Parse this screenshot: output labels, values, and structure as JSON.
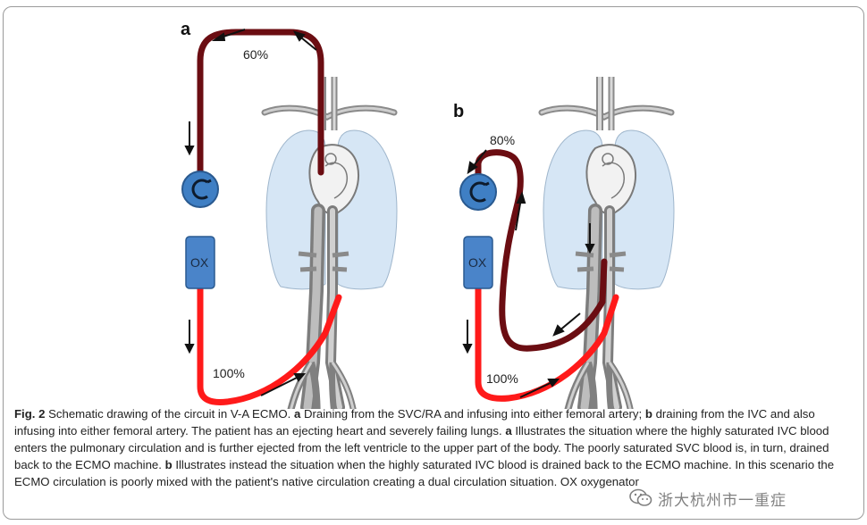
{
  "figure": {
    "panel_a": {
      "letter": "a",
      "top_saturation": "60%",
      "bottom_saturation": "100%",
      "oxygenator_label": "OX"
    },
    "panel_b": {
      "letter": "b",
      "top_saturation": "80%",
      "bottom_saturation": "100%",
      "oxygenator_label": "OX"
    },
    "colors": {
      "venous_line": "#6b0d12",
      "arterial_line": "#ff1a1a",
      "pump": "#3f7fc4",
      "oxygenator": "#4a84c9",
      "lungs": "#d6e6f5"
    }
  },
  "caption": {
    "fig_label": "Fig. 2",
    "text_1": " Schematic drawing of the circuit in V-A ECMO. ",
    "a1": "a",
    "text_2": " Draining from the SVC/RA and infusing into either femoral artery; ",
    "b1": "b",
    "text_3": " draining from the IVC and also infusing into either femoral artery. The patient has an ejecting heart and severely failing lungs. ",
    "a2": "a",
    "text_4": " Illustrates the situation where the highly saturated IVC blood enters the pulmonary circulation and is further ejected from the left ventricle to the upper part of the body. The poorly saturated SVC blood is, in turn, drained back to the ECMO machine. ",
    "b2": "b",
    "text_5": " Illustrates instead the situation when the highly saturated IVC blood is drained back to the ECMO machine. In this scenario the ECMO circulation is poorly mixed with the patient's native circulation creating a dual circulation situation. OX oxygenator"
  },
  "watermark": {
    "text": "浙大杭州市一重症",
    "icon": "wechat-icon"
  }
}
